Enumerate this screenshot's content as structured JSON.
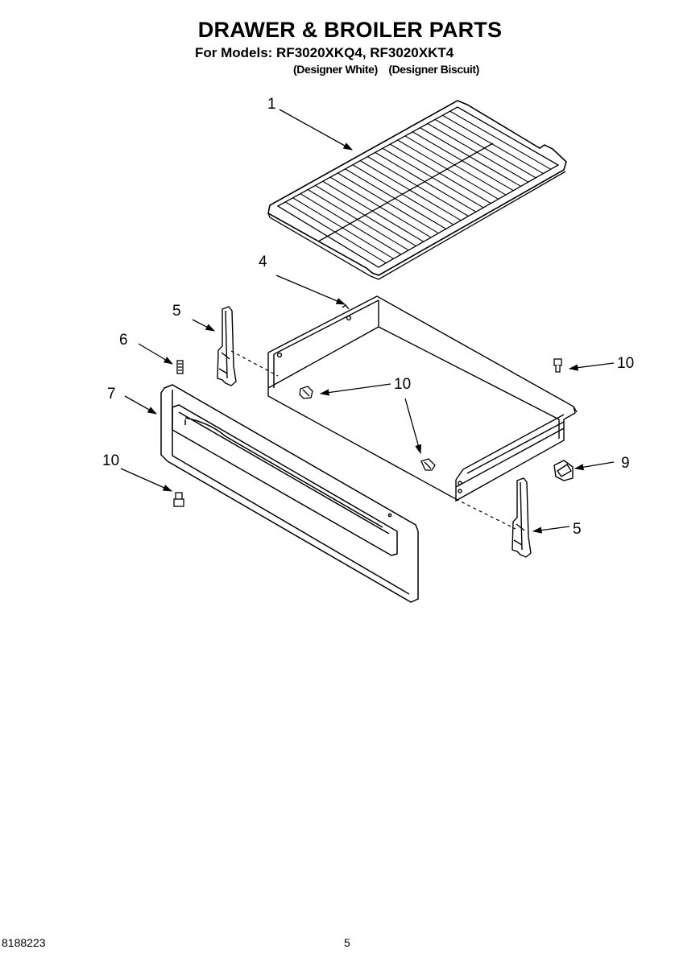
{
  "header": {
    "title": "DRAWER & BROILER PARTS",
    "models_line": "For Models: RF3020XKQ4, RF3020XKT4",
    "variants": [
      "(Designer White)",
      "(Designer Biscuit)"
    ]
  },
  "callouts": {
    "c1": "1",
    "c4": "4",
    "c5a": "5",
    "c5b": "5",
    "c6": "6",
    "c7": "7",
    "c9": "9",
    "c10a": "10",
    "c10b": "10",
    "c10c": "10"
  },
  "footer": {
    "doc_number": "8188223",
    "page_number": "5"
  }
}
